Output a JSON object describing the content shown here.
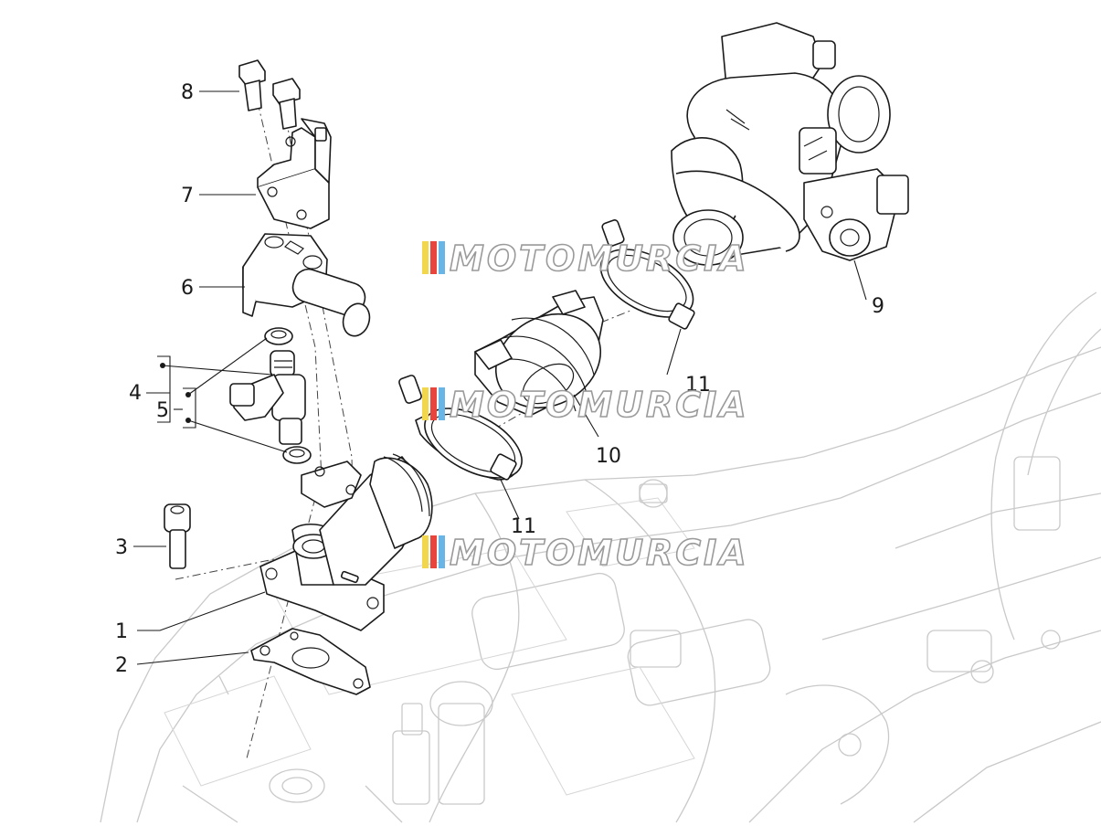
{
  "callouts": [
    {
      "id": "1",
      "label": "1"
    },
    {
      "id": "2",
      "label": "2"
    },
    {
      "id": "3",
      "label": "3"
    },
    {
      "id": "4",
      "label": "4"
    },
    {
      "id": "5",
      "label": "5"
    },
    {
      "id": "6",
      "label": "6"
    },
    {
      "id": "7",
      "label": "7"
    },
    {
      "id": "8",
      "label": "8"
    },
    {
      "id": "9",
      "label": "9"
    },
    {
      "id": "10",
      "label": "10"
    },
    {
      "id": "11a",
      "label": "11"
    },
    {
      "id": "11b",
      "label": "11"
    }
  ],
  "watermark": {
    "text": "MOTOMURCIA",
    "stripe_colors": [
      "#f2d64b",
      "#e8463c",
      "#69b6e6"
    ]
  },
  "colors": {
    "line": "#1a1a1a",
    "engine_ghost": "#c9c9c9"
  }
}
